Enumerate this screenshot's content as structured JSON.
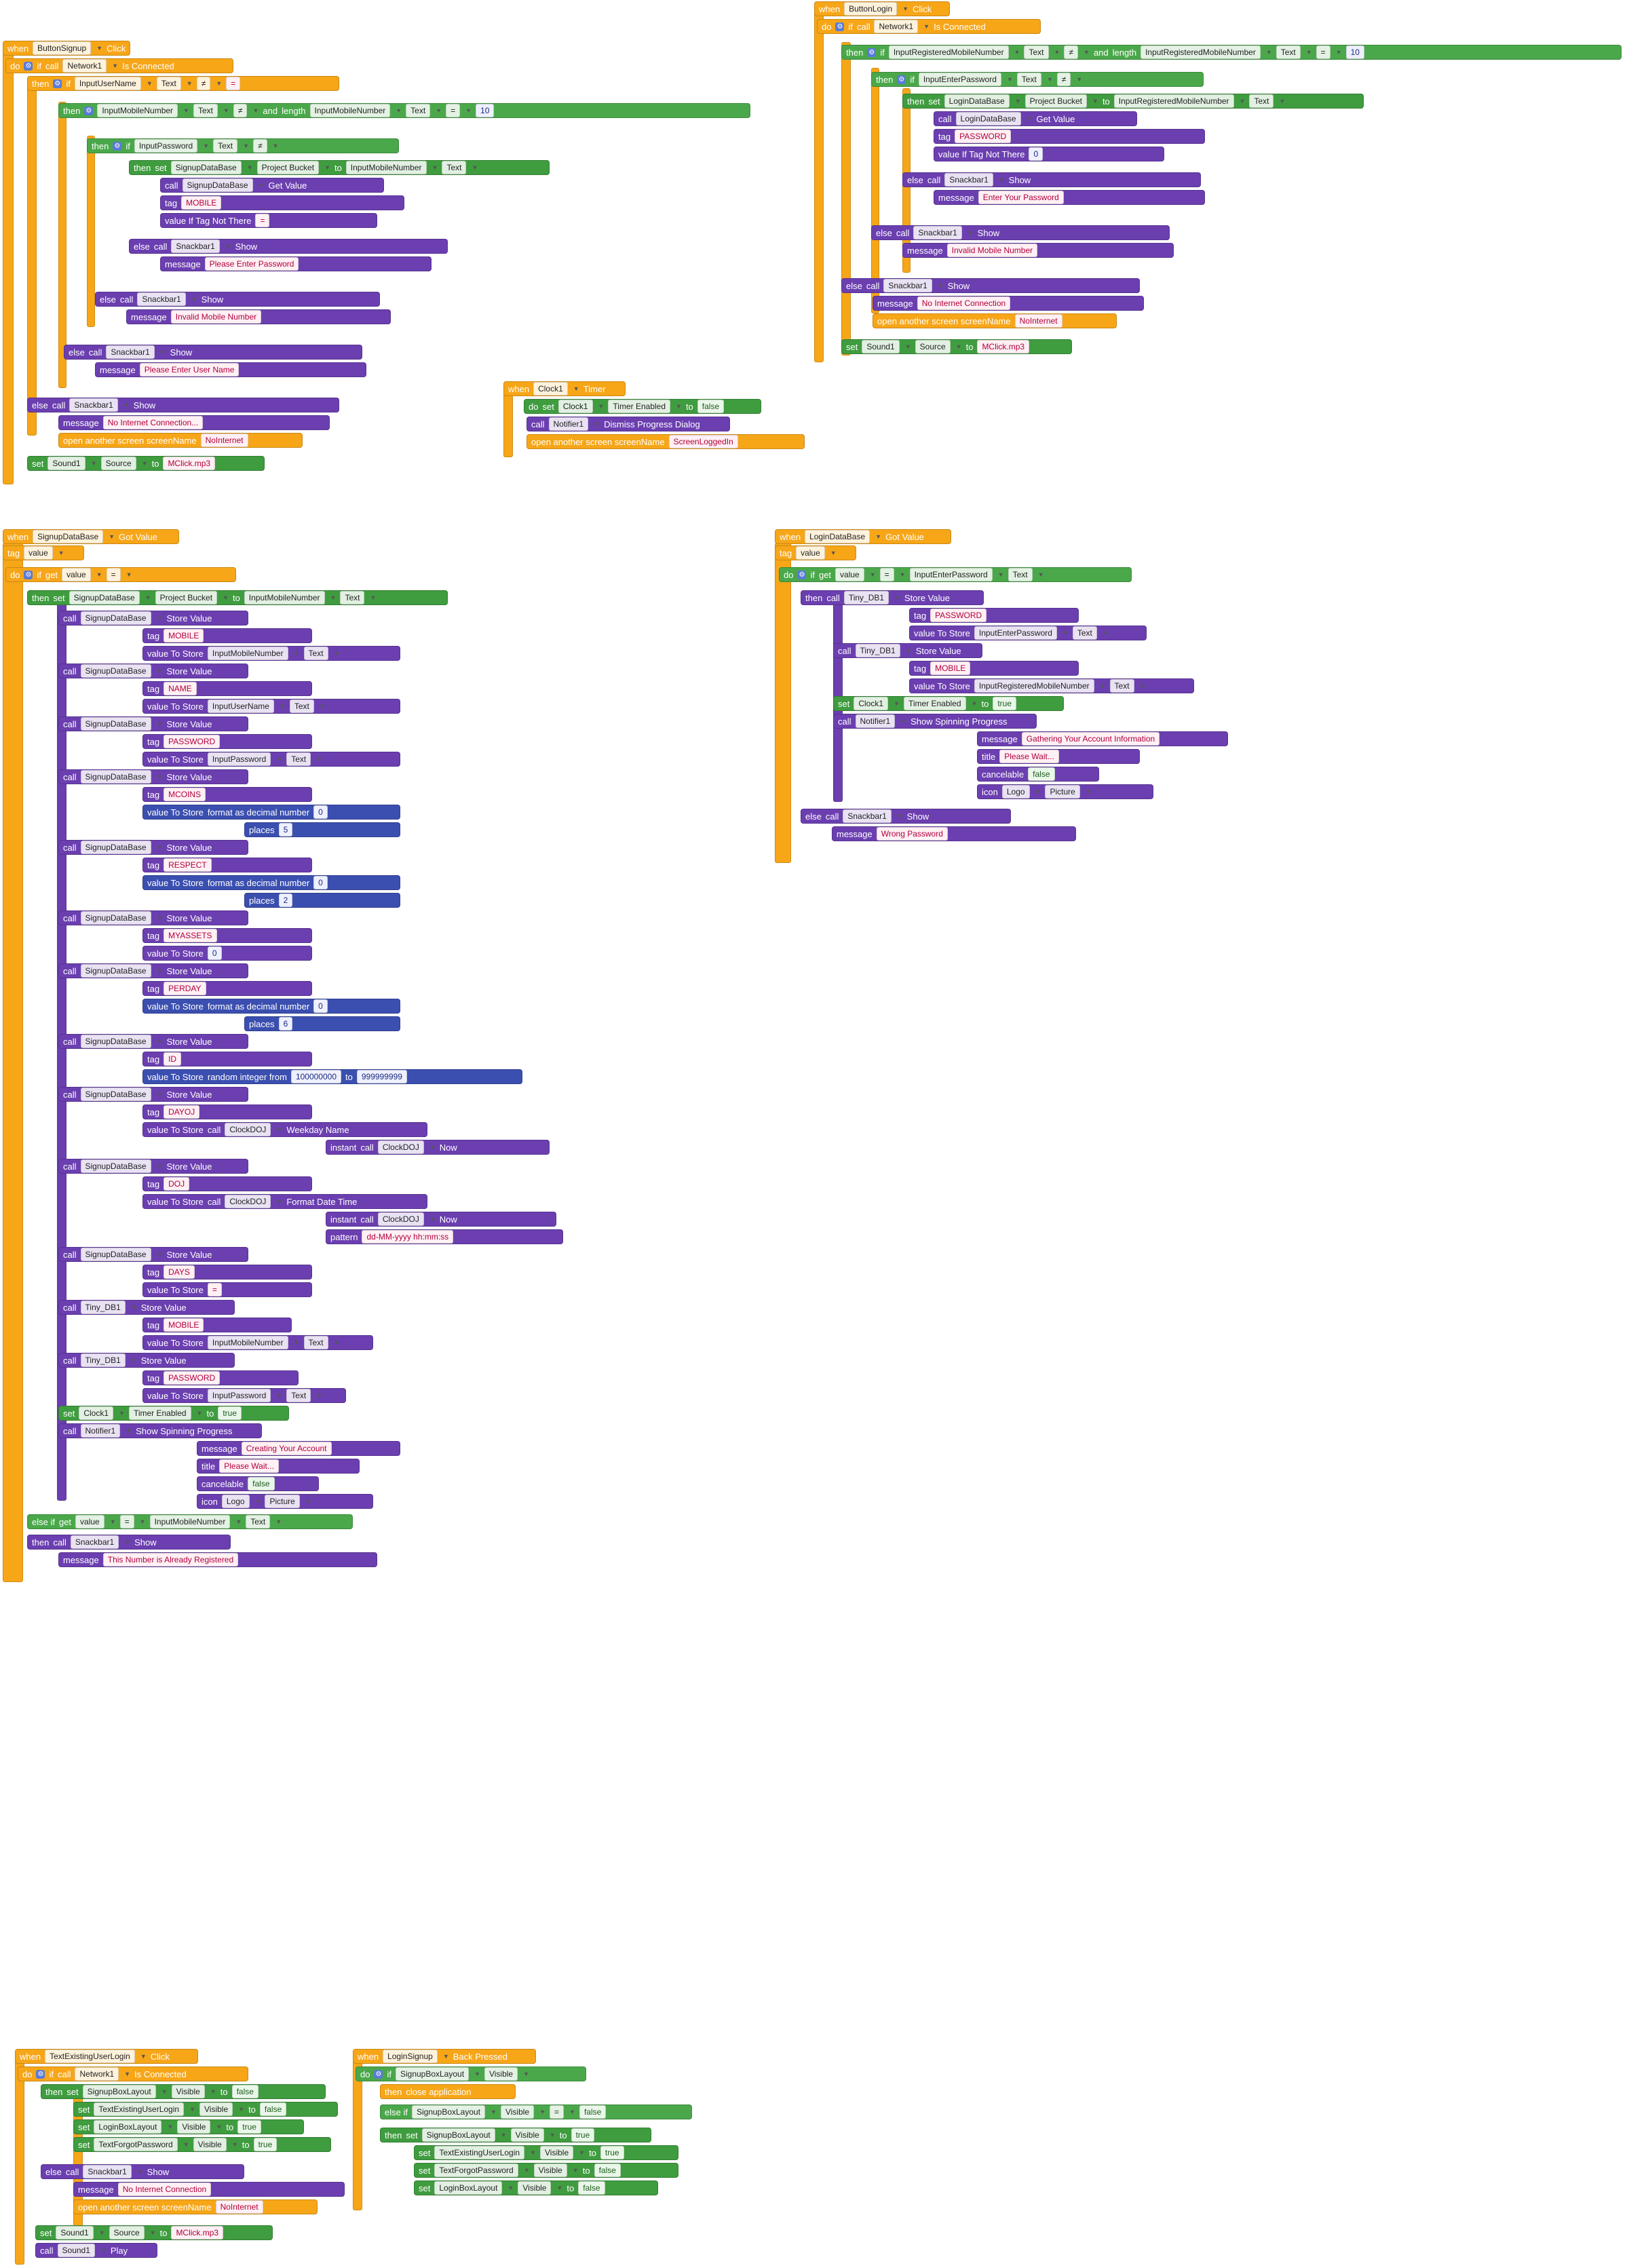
{
  "canvas": {
    "background": "#ffffff"
  },
  "colors": {
    "event": "#f7a618",
    "control": "#f7a618",
    "component_call": "#6b3fb0",
    "setter": "#3f9c3f",
    "text": "#d6286b",
    "logic": "#4aa84a",
    "math": "#3b4fb0",
    "variable": "#f26b2e"
  },
  "blocks": {
    "button_signup": {
      "event_when": "when",
      "event_component": "ButtonSignup",
      "event_name": "Click",
      "kw_do": "do",
      "kw_if": "if",
      "kw_then": "then",
      "kw_else": "else",
      "kw_call": "call",
      "kw_set": "set",
      "kw_to": "to",
      "network_component": "Network1",
      "network_method": "Is Connected",
      "input_user_name": "InputUserName",
      "prop_text": "Text",
      "op_neq": "≠",
      "op_and": "and",
      "length": "length",
      "input_mobile": "InputMobileNumber",
      "op_eq": "=",
      "num_10": "10",
      "input_password": "InputPassword",
      "signup_db": "SignupDataBase",
      "project_bucket": "Project Bucket",
      "get_value": "Get Value",
      "param_tag": "tag",
      "tag_mobile": "MOBILE",
      "param_if_tag_not_there": "value If Tag Not There",
      "snackbar": "Snackbar1",
      "show": "Show",
      "param_message": "message",
      "msg_enter_password": "Please Enter Password",
      "msg_invalid_mobile": "Invalid Mobile Number",
      "msg_enter_user_name": "Please Enter User Name",
      "msg_no_internet": "No Internet Connection...",
      "open_screen": "open another screen  screenName",
      "screen_nointernet": "NoInternet",
      "sound": "Sound1",
      "source": "Source",
      "sound_file": "MClick.mp3"
    },
    "button_login": {
      "event_when": "when",
      "event_component": "ButtonLogin",
      "event_name": "Click",
      "kw_do": "do",
      "kw_if": "if",
      "kw_then": "then",
      "kw_else": "else",
      "kw_call": "call",
      "kw_set": "set",
      "kw_to": "to",
      "network_component": "Network1",
      "network_method": "Is Connected",
      "input_registered_mobile": "InputRegisteredMobileNumber",
      "prop_text": "Text",
      "op_neq": "≠",
      "op_and": "and",
      "length": "length",
      "op_eq": "=",
      "num_10": "10",
      "input_enter_password": "InputEnterPassword",
      "login_db": "LoginDataBase",
      "project_bucket": "Project Bucket",
      "get_value": "Get Value",
      "param_tag": "tag",
      "tag_password": "PASSWORD",
      "param_if_tag_not_there": "value If Tag Not There",
      "num_0": "0",
      "snackbar": "Snackbar1",
      "show": "Show",
      "param_message": "message",
      "msg_enter_your_password": "Enter Your Password",
      "msg_invalid_mobile": "Invalid Mobile Number",
      "msg_no_internet": "No Internet Connection",
      "open_screen": "open another screen  screenName",
      "screen_nointernet": "NoInternet",
      "sound": "Sound1",
      "source": "Source",
      "sound_file": "MClick.mp3"
    },
    "clock_timer": {
      "event_when": "when",
      "event_component": "Clock1",
      "event_name": "Timer",
      "kw_do": "do",
      "kw_set": "set",
      "kw_call": "call",
      "kw_to": "to",
      "clock": "Clock1",
      "timer_enabled": "Timer Enabled",
      "val_false": "false",
      "notifier": "Notifier1",
      "dismiss": "Dismiss Progress Dialog",
      "open_screen": "open another screen  screenName",
      "screen_logged_in": "ScreenLoggedIn"
    },
    "signup_got_value": {
      "event_when": "when",
      "event_component": "SignupDataBase",
      "event_name": "Got Value",
      "param_tag": "tag",
      "param_value": "value",
      "kw_do": "do",
      "kw_if": "if",
      "kw_then": "then",
      "kw_else_if": "else if",
      "kw_call": "call",
      "kw_set": "set",
      "kw_to": "to",
      "kw_get": "get",
      "var_value": "value",
      "op_eq": "=",
      "signup_db": "SignupDataBase",
      "project_bucket": "Project Bucket",
      "input_mobile": "InputMobileNumber",
      "prop_text": "Text",
      "store_value": "Store Value",
      "lbl_tag": "tag",
      "lbl_value_to_store": "value To Store",
      "tag_mobile": "MOBILE",
      "tag_name": "NAME",
      "input_user_name": "InputUserName",
      "tag_password": "PASSWORD",
      "input_password": "InputPassword",
      "tag_mcoins": "MCOINS",
      "format_decimal": "format as decimal number",
      "lbl_places": "places",
      "num_0": "0",
      "num_5": "5",
      "tag_respect": "RESPECT",
      "num_2": "2",
      "tag_myassets": "MYASSETS",
      "tag_perday": "PERDAY",
      "num_6": "6",
      "tag_id": "ID",
      "random_integer": "random integer from",
      "num_from": "100000000",
      "num_to_max": "999999999",
      "tag_dayoj": "DAYOJ",
      "clock_doj": "ClockDOJ",
      "weekday_name": "Weekday Name",
      "lbl_instant": "instant",
      "now": "Now",
      "tag_doj": "DOJ",
      "format_date_time": "Format Date Time",
      "lbl_pattern": "pattern",
      "pattern_value": "dd-MM-yyyy hh:mm:ss",
      "tag_days": "DAYS",
      "tinydb": "Tiny_DB1",
      "clock": "Clock1",
      "timer_enabled": "Timer Enabled",
      "val_true": "true",
      "val_false": "false",
      "notifier": "Notifier1",
      "show_spinning": "Show Spinning Progress",
      "lbl_message": "message",
      "msg_creating": "Creating Your Account",
      "lbl_title": "title",
      "title_wait": "Please Wait...",
      "lbl_cancelable": "cancelable",
      "lbl_icon": "icon",
      "logo": "Logo",
      "picture": "Picture",
      "snackbar": "Snackbar1",
      "show": "Show",
      "msg_registered": "This Number is Already Registered"
    },
    "login_got_value": {
      "event_when": "when",
      "event_component": "LoginDataBase",
      "event_name": "Got Value",
      "param_tag": "tag",
      "param_value": "value",
      "kw_do": "do",
      "kw_if": "if",
      "kw_then": "then",
      "kw_else": "else",
      "kw_call": "call",
      "kw_set": "set",
      "kw_to": "to",
      "kw_get": "get",
      "var_value": "value",
      "op_eq": "=",
      "input_enter_password": "InputEnterPassword",
      "prop_text": "Text",
      "tinydb": "Tiny_DB1",
      "store_value": "Store Value",
      "lbl_tag": "tag",
      "lbl_value_to_store": "value To Store",
      "tag_password": "PASSWORD",
      "tag_mobile": "MOBILE",
      "input_registered_mobile": "InputRegisteredMobileNumber",
      "clock": "Clock1",
      "timer_enabled": "Timer Enabled",
      "val_true": "true",
      "val_false": "false",
      "notifier": "Notifier1",
      "show_spinning": "Show Spinning Progress",
      "lbl_message": "message",
      "msg_gathering": "Gathering Your Account Information",
      "lbl_title": "title",
      "title_wait": "Please Wait...",
      "lbl_cancelable": "cancelable",
      "lbl_icon": "icon",
      "logo": "Logo",
      "picture": "Picture",
      "snackbar": "Snackbar1",
      "show": "Show",
      "msg_wrong_password": "Wrong Password"
    },
    "text_existing_user_login": {
      "event_when": "when",
      "event_component": "TextExistingUserLogin",
      "event_name": "Click",
      "kw_do": "do",
      "kw_if": "if",
      "kw_then": "then",
      "kw_else": "else",
      "kw_call": "call",
      "kw_set": "set",
      "kw_to": "to",
      "network_component": "Network1",
      "network_method": "Is Connected",
      "signup_box": "SignupBoxLayout",
      "visible": "Visible",
      "val_false": "false",
      "text_existing": "TextExistingUserLogin",
      "login_box": "LoginBoxLayout",
      "val_true": "true",
      "text_forgot": "TextForgotPassword",
      "snackbar": "Snackbar1",
      "show": "Show",
      "param_message": "message",
      "msg_no_internet": "No Internet Connection",
      "open_screen": "open another screen  screenName",
      "screen_nointernet": "NoInternet",
      "sound": "Sound1",
      "source": "Source",
      "sound_file": "MClick.mp3",
      "play": "Play"
    },
    "login_signup_back": {
      "event_when": "when",
      "event_component": "LoginSignup",
      "event_name": "Back Pressed",
      "kw_do": "do",
      "kw_if": "if",
      "kw_then": "then",
      "kw_else_if": "else if",
      "kw_set": "set",
      "kw_to": "to",
      "signup_box": "SignupBoxLayout",
      "visible": "Visible",
      "close_app": "close application",
      "op_eq": "=",
      "val_false": "false",
      "val_true": "true",
      "text_existing": "TextExistingUserLogin",
      "text_forgot": "TextForgotPassword",
      "login_box": "LoginBoxLayout"
    }
  }
}
